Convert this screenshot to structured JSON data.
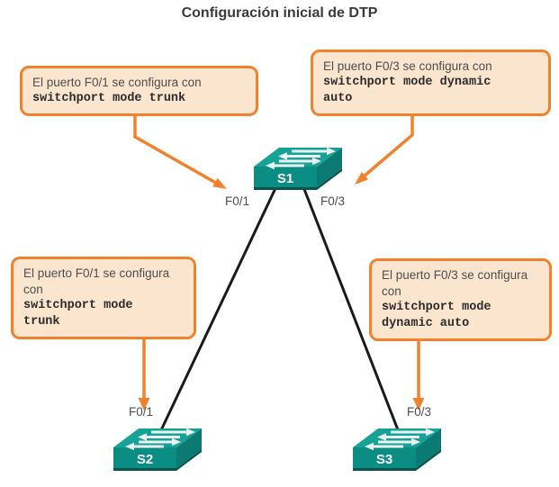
{
  "title": "Configuración inicial de DTP",
  "callouts": {
    "top_left": {
      "text": "El puerto F0/1 se configura con",
      "command": "switchport mode trunk"
    },
    "top_right": {
      "text": "El puerto F0/3 se configura con",
      "command": "switchport mode dynamic\nauto"
    },
    "bottom_left": {
      "text": "El puerto F0/1 se configura\ncon",
      "command": "switchport mode\ntrunk"
    },
    "bottom_right": {
      "text": "El puerto F0/3 se configura\ncon",
      "command": "switchport mode\ndynamic auto"
    }
  },
  "devices": {
    "s1": {
      "label": "S1",
      "port_left": "F0/1",
      "port_right": "F0/3"
    },
    "s2": {
      "label": "S2",
      "port": "F0/1"
    },
    "s3": {
      "label": "S3",
      "port": "F0/3"
    }
  },
  "colors": {
    "accent_orange": "#F0822D",
    "callout_fill": "#FBE5CF",
    "switch_teal_top": "#16A296",
    "switch_teal_front": "#0B8D83",
    "switch_teal_side": "#0A7A72",
    "link_color": "#1A1A1A"
  }
}
